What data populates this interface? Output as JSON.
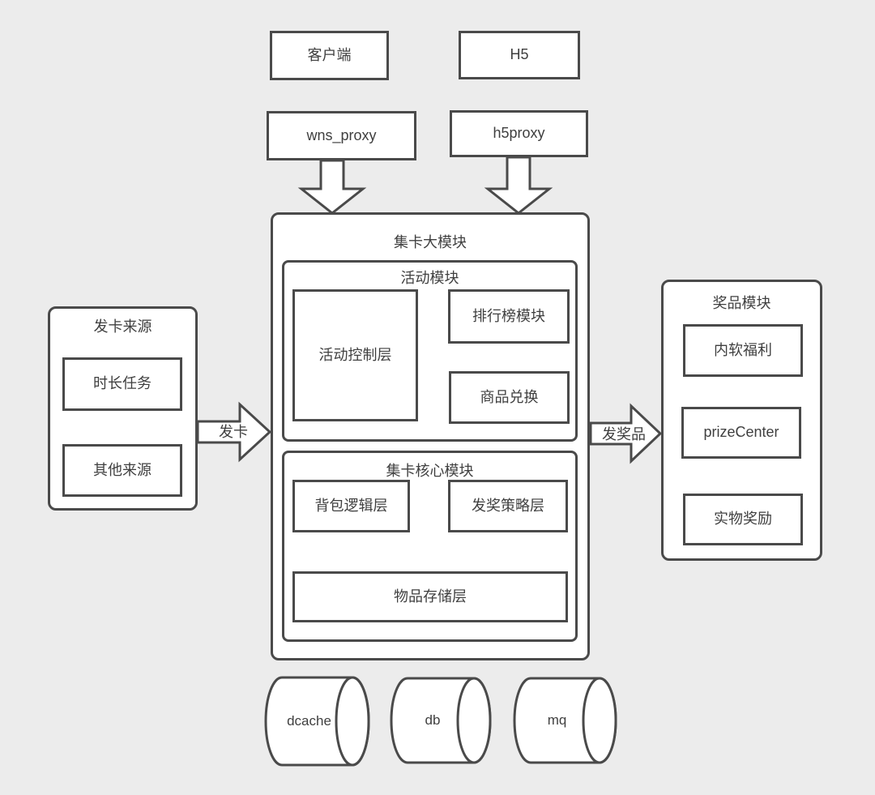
{
  "canvas": {
    "background_color": "#ececec",
    "box_fill_color": "#ffffff",
    "border_color": "#4a4a4a",
    "text_color": "#3f3f3f"
  },
  "nodes": {
    "client": {
      "label": "客户端"
    },
    "h5": {
      "label": "H5"
    },
    "wns_proxy": {
      "label": "wns_proxy"
    },
    "h5proxy": {
      "label": "h5proxy"
    },
    "big_module": {
      "label": "集卡大模块"
    },
    "activity_module": {
      "label": "活动模块"
    },
    "activity_control": {
      "label": "活动控制层"
    },
    "leaderboard": {
      "label": "排行榜模块"
    },
    "goods_exchange": {
      "label": "商品兑换"
    },
    "core_module": {
      "label": "集卡核心模块"
    },
    "backpack_logic": {
      "label": "背包逻辑层"
    },
    "prize_strategy": {
      "label": "发奖策略层"
    },
    "item_storage": {
      "label": "物品存储层"
    },
    "card_source": {
      "label": "发卡来源"
    },
    "duration_task": {
      "label": "时长任务"
    },
    "other_source": {
      "label": "其他来源"
    },
    "prize_module": {
      "label": "奖品模块"
    },
    "internal_welfare": {
      "label": "内软福利"
    },
    "prize_center": {
      "label": "prizeCenter"
    },
    "physical_prize": {
      "label": "实物奖励"
    },
    "dcache": {
      "label": "dcache"
    },
    "db": {
      "label": "db"
    },
    "mq": {
      "label": "mq"
    }
  },
  "edges": {
    "wns_to_big": {
      "from": "wns_proxy",
      "to": "big_module",
      "type": "block-arrow-down",
      "label": ""
    },
    "h5proxy_to_big": {
      "from": "h5proxy",
      "to": "big_module",
      "type": "block-arrow-down",
      "label": ""
    },
    "issue_card": {
      "from": "card_source",
      "to": "big_module",
      "type": "block-arrow-right",
      "label": "发卡"
    },
    "issue_prize": {
      "from": "big_module",
      "to": "prize_module",
      "type": "block-arrow-right",
      "label": "发奖品"
    },
    "backpack_to_strategy": {
      "from": "backpack_logic",
      "to": "prize_strategy",
      "type": "arrow",
      "label": ""
    },
    "backpack_to_storage": {
      "from": "backpack_logic",
      "to": "item_storage",
      "type": "arrow",
      "label": ""
    },
    "strategy_to_storage": {
      "from": "prize_strategy",
      "to": "item_storage",
      "type": "arrow",
      "label": ""
    }
  }
}
